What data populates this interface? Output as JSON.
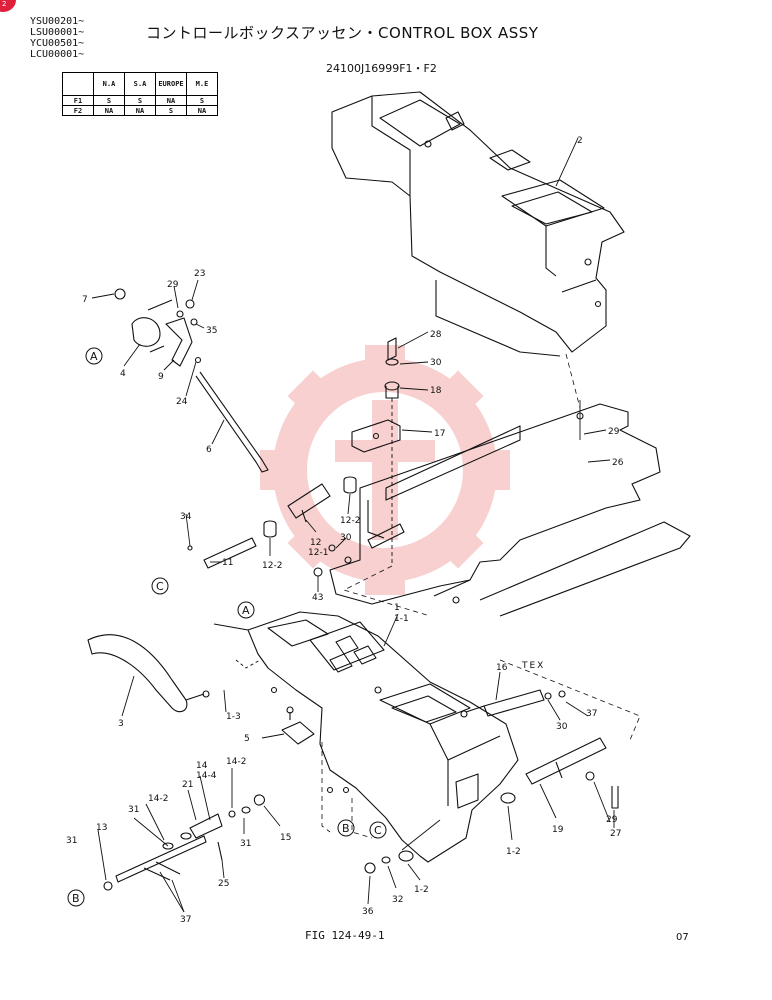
{
  "header": {
    "serials": [
      "YSU00201~",
      "LSU00001~",
      "YCU00501~",
      "LCU00001~"
    ],
    "title": "コントロールボックスアッセン・CONTROL BOX ASSY",
    "part_number": "24100J16999F1・F2",
    "corner_mark": "2"
  },
  "spec_table": {
    "columns": [
      "N.A",
      "S.A",
      "EUROPE",
      "M.E"
    ],
    "rows": [
      {
        "label": "F1",
        "cells": [
          "S",
          "S",
          "NA",
          "S"
        ]
      },
      {
        "label": "F2",
        "cells": [
          "NA",
          "NA",
          "S",
          "NA"
        ]
      }
    ]
  },
  "watermark": {
    "text": "TEX",
    "color": "#f7c8c8"
  },
  "callouts": [
    {
      "label": "2"
    },
    {
      "label": "7"
    },
    {
      "label": "29"
    },
    {
      "label": "23"
    },
    {
      "label": "35"
    },
    {
      "label": "4"
    },
    {
      "label": "9"
    },
    {
      "label": "24"
    },
    {
      "label": "6"
    },
    {
      "label": "28"
    },
    {
      "label": "30"
    },
    {
      "label": "18"
    },
    {
      "label": "17"
    },
    {
      "label": "29"
    },
    {
      "label": "26"
    },
    {
      "label": "34"
    },
    {
      "label": "11"
    },
    {
      "label": "12-2"
    },
    {
      "label": "12"
    },
    {
      "label": "12-1"
    },
    {
      "label": "12-2"
    },
    {
      "label": "30"
    },
    {
      "label": "43"
    },
    {
      "label": "1"
    },
    {
      "label": "1-1"
    },
    {
      "label": "3"
    },
    {
      "label": "1-3"
    },
    {
      "label": "16"
    },
    {
      "label": "30"
    },
    {
      "label": "37"
    },
    {
      "label": "5"
    },
    {
      "label": "14"
    },
    {
      "label": "14-4"
    },
    {
      "label": "14-2"
    },
    {
      "label": "21"
    },
    {
      "label": "14-2"
    },
    {
      "label": "31"
    },
    {
      "label": "31"
    },
    {
      "label": "15"
    },
    {
      "label": "13"
    },
    {
      "label": "31"
    },
    {
      "label": "25"
    },
    {
      "label": "37"
    },
    {
      "label": "1-2"
    },
    {
      "label": "1-2"
    },
    {
      "label": "19"
    },
    {
      "label": "29"
    },
    {
      "label": "27"
    },
    {
      "label": "36"
    },
    {
      "label": "32"
    }
  ],
  "reference_marks": [
    {
      "label": "A"
    },
    {
      "label": "C"
    },
    {
      "label": "A"
    },
    {
      "label": "B"
    },
    {
      "label": "C"
    },
    {
      "label": "B"
    }
  ],
  "footer": {
    "figure": "FIG 124-49-1",
    "page": "07"
  }
}
